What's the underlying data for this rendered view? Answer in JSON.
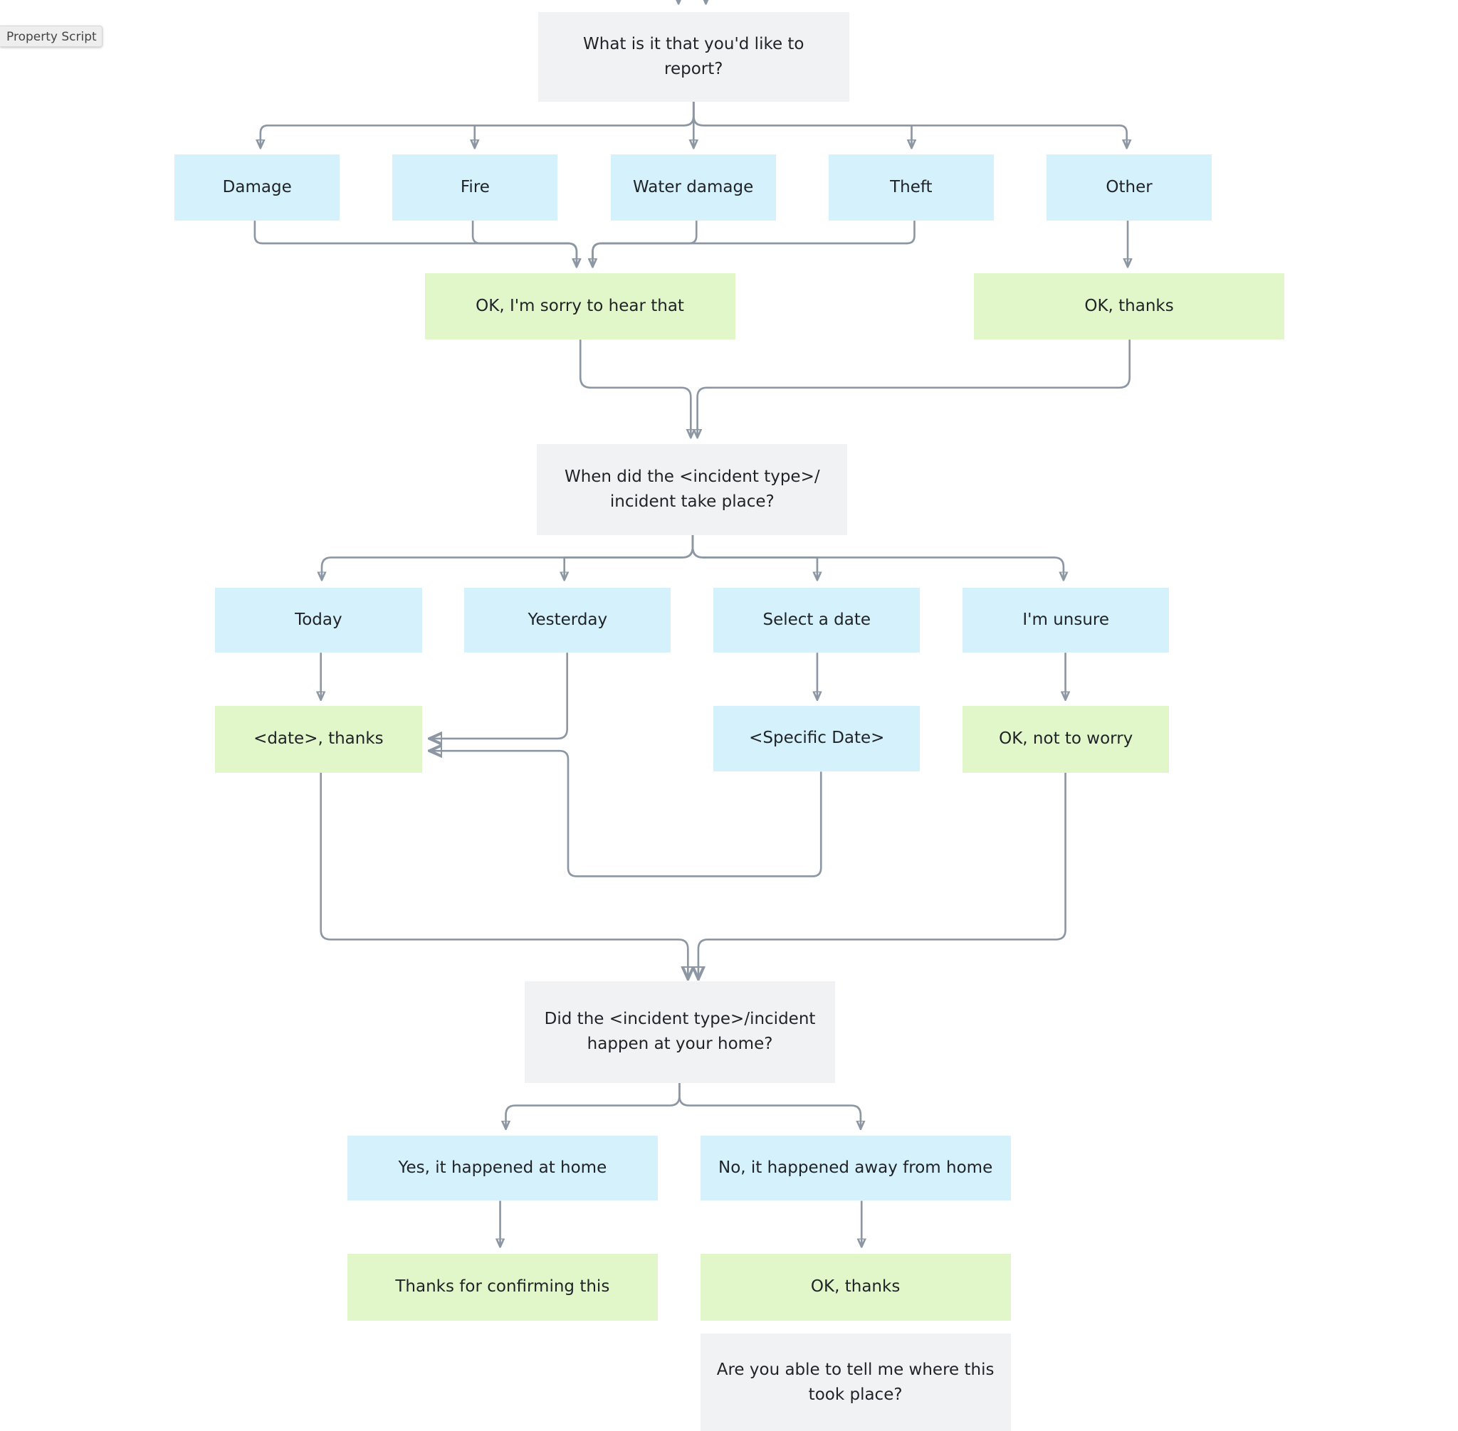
{
  "tag": {
    "label": "Property Script"
  },
  "colors": {
    "question": "#f1f2f4",
    "option": "#d5f1fb",
    "response": "#e1f6c9",
    "connector": "#8c97a3"
  },
  "nodes": [
    {
      "id": "q1",
      "kind": "question",
      "text": "What is it that you'd like to report?"
    },
    {
      "id": "opt-damage",
      "kind": "option",
      "text": "Damage"
    },
    {
      "id": "opt-fire",
      "kind": "option",
      "text": "Fire"
    },
    {
      "id": "opt-water",
      "kind": "option",
      "text": "Water damage"
    },
    {
      "id": "opt-theft",
      "kind": "option",
      "text": "Theft"
    },
    {
      "id": "opt-other",
      "kind": "option",
      "text": "Other"
    },
    {
      "id": "resp-sorry",
      "kind": "response",
      "text": "OK, I'm sorry to hear that"
    },
    {
      "id": "resp-thanks-1",
      "kind": "response",
      "text": "OK, thanks"
    },
    {
      "id": "q2",
      "kind": "question",
      "text": "When did the <incident type>/ incident take place?"
    },
    {
      "id": "opt-today",
      "kind": "option",
      "text": "Today"
    },
    {
      "id": "opt-yesterday",
      "kind": "option",
      "text": "Yesterday"
    },
    {
      "id": "opt-select-date",
      "kind": "option",
      "text": "Select a date"
    },
    {
      "id": "opt-unsure",
      "kind": "option",
      "text": "I'm unsure"
    },
    {
      "id": "resp-date-thanks",
      "kind": "response",
      "text": "<date>, thanks"
    },
    {
      "id": "opt-specific-date",
      "kind": "option",
      "text": "<Specific Date>"
    },
    {
      "id": "resp-not-worry",
      "kind": "response",
      "text": "OK, not to worry"
    },
    {
      "id": "q3",
      "kind": "question",
      "text": "Did the <incident type>/incident happen at your home?"
    },
    {
      "id": "opt-yes-home",
      "kind": "option",
      "text": "Yes, it happened at home"
    },
    {
      "id": "opt-no-home",
      "kind": "option",
      "text": "No, it happened away from home"
    },
    {
      "id": "resp-confirm",
      "kind": "response",
      "text": "Thanks for confirming this"
    },
    {
      "id": "resp-thanks-2",
      "kind": "response",
      "text": "OK, thanks"
    },
    {
      "id": "q4",
      "kind": "question",
      "text": "Are you able to tell me where this took place?"
    }
  ],
  "connections": [
    {
      "from": "q1",
      "to": "opt-damage"
    },
    {
      "from": "q1",
      "to": "opt-fire"
    },
    {
      "from": "q1",
      "to": "opt-water"
    },
    {
      "from": "q1",
      "to": "opt-theft"
    },
    {
      "from": "q1",
      "to": "opt-other"
    },
    {
      "from": "opt-damage",
      "to": "resp-sorry"
    },
    {
      "from": "opt-fire",
      "to": "resp-sorry"
    },
    {
      "from": "opt-water",
      "to": "resp-sorry"
    },
    {
      "from": "opt-theft",
      "to": "resp-sorry"
    },
    {
      "from": "opt-other",
      "to": "resp-thanks-1"
    },
    {
      "from": "resp-sorry",
      "to": "q2"
    },
    {
      "from": "resp-thanks-1",
      "to": "q2"
    },
    {
      "from": "q2",
      "to": "opt-today"
    },
    {
      "from": "q2",
      "to": "opt-yesterday"
    },
    {
      "from": "q2",
      "to": "opt-select-date"
    },
    {
      "from": "q2",
      "to": "opt-unsure"
    },
    {
      "from": "opt-today",
      "to": "resp-date-thanks"
    },
    {
      "from": "opt-yesterday",
      "to": "resp-date-thanks"
    },
    {
      "from": "opt-select-date",
      "to": "opt-specific-date"
    },
    {
      "from": "opt-specific-date",
      "to": "resp-date-thanks"
    },
    {
      "from": "opt-unsure",
      "to": "resp-not-worry"
    },
    {
      "from": "resp-date-thanks",
      "to": "q3"
    },
    {
      "from": "resp-not-worry",
      "to": "q3"
    },
    {
      "from": "q3",
      "to": "opt-yes-home"
    },
    {
      "from": "q3",
      "to": "opt-no-home"
    },
    {
      "from": "opt-yes-home",
      "to": "resp-confirm"
    },
    {
      "from": "opt-no-home",
      "to": "resp-thanks-2"
    }
  ]
}
